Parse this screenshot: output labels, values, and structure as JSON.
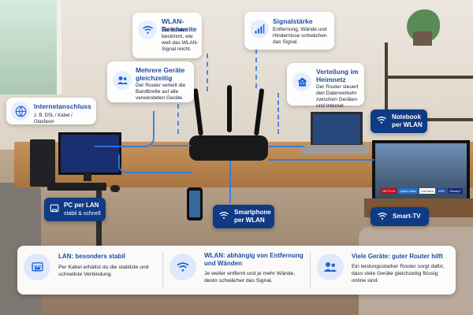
{
  "callouts": {
    "wlan_reichweite": {
      "title": "WLAN-Reichweite",
      "body": "Der Router bestimmt, wie weit das WLAN-Signal reicht."
    },
    "signalstaerke": {
      "title": "Signalstärke",
      "body": "Entfernung, Wände und Hindernisse schwächen das Signal."
    },
    "mehrere_geraete": {
      "title": "Mehrere Geräte gleichzeitig",
      "body": "Der Router verteilt die Bandbreite auf alle verwendeten Geräte."
    },
    "verteilung": {
      "title": "Verteilung im Heimnetz",
      "body": "Der Router steuert den Datenverkehr zwischen Geräten und Internet."
    },
    "internetanschluss": {
      "title": "Internetanschluss",
      "body": "z. B. DSL / Kabel / Glasfaser"
    }
  },
  "device_labels": {
    "pc": {
      "title": "PC per LAN",
      "body": "stabil & schnell"
    },
    "notebook": {
      "title": "Notebook per WLAN"
    },
    "smartphone": {
      "title": "Smartphone per WLAN"
    },
    "tv": {
      "title": "Smart-TV"
    }
  },
  "footer": [
    {
      "title": "LAN: besonders stabil",
      "body": "Per Kabel erhältst du die stabilste und schnellste Verbindung."
    },
    {
      "title": "WLAN: abhängig von Entfernung und Wänden",
      "body": "Je weiter entfernt und je mehr Wände, desto schwächer das Signal."
    },
    {
      "title": "Viele Geräte: guter Router hilft",
      "body": "Ein leistungsstarker Router sorgt dafür, dass viele Geräte gleichzeitig flüssig online sind."
    }
  ],
  "tv_apps": [
    "NETFLIX",
    "prime video",
    "YouTube",
    "ARD",
    "Disney+"
  ],
  "colors": {
    "accent": "#1e64d8",
    "dark_blue": "#0f3a85",
    "line_blue": "#2d7be8"
  }
}
